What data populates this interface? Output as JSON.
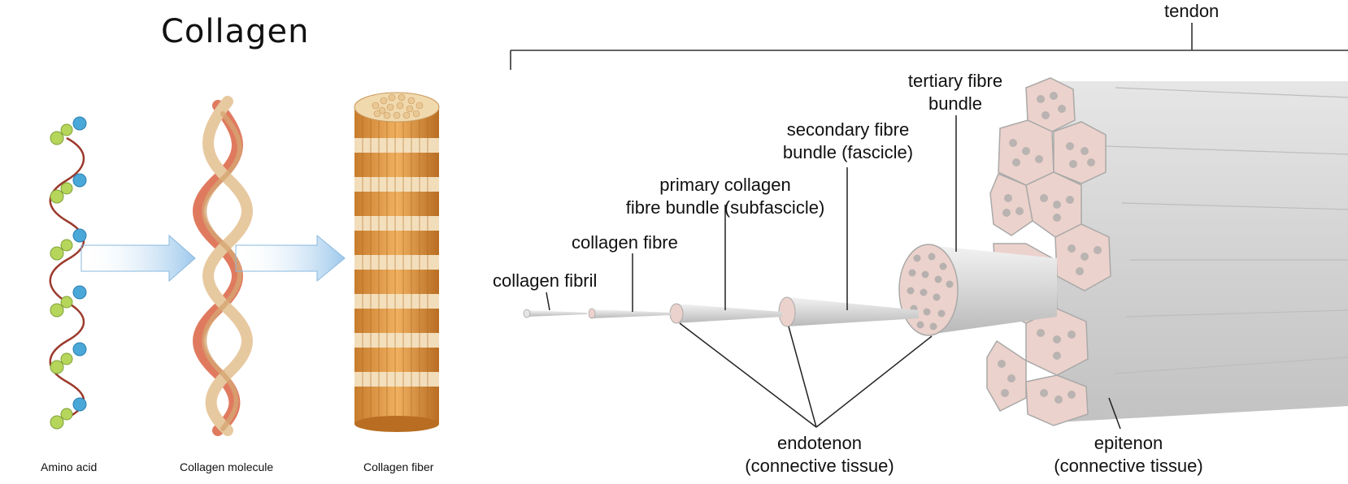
{
  "collagen": {
    "title": "Collagen",
    "captions": {
      "amino_acid": "Amino acid",
      "molecule": "Collagen molecule",
      "fiber": "Collagen fiber"
    }
  },
  "tendon": {
    "top": "tendon",
    "fibril": "collagen fibril",
    "fibre": "collagen fibre",
    "primary_l1": "primary collagen",
    "primary_l2": "fibre bundle (subfascicle)",
    "secondary_l1": "secondary fibre",
    "secondary_l2": "bundle (fascicle)",
    "tertiary_l1": "tertiary fibre",
    "tertiary_l2": "bundle",
    "endotenon_l1": "endotenon",
    "endotenon_l2": "(connective tissue)",
    "epitenon_l1": "epitenon",
    "epitenon_l2": "(connective tissue)"
  },
  "colors": {
    "amino_green": "#b5d65a",
    "amino_blue": "#4aa8d8",
    "chain_red": "#9c3a2c",
    "helix_tan": "#e7c9a0",
    "helix_salmon": "#e07a5f",
    "fiber_orange": "#e3a04f",
    "fiber_cream": "#f5e3c3",
    "arrow_blue": "#b9d9f2",
    "tendon_grey": "#d8d8d8",
    "bundle_pink": "#ecd2cc"
  }
}
